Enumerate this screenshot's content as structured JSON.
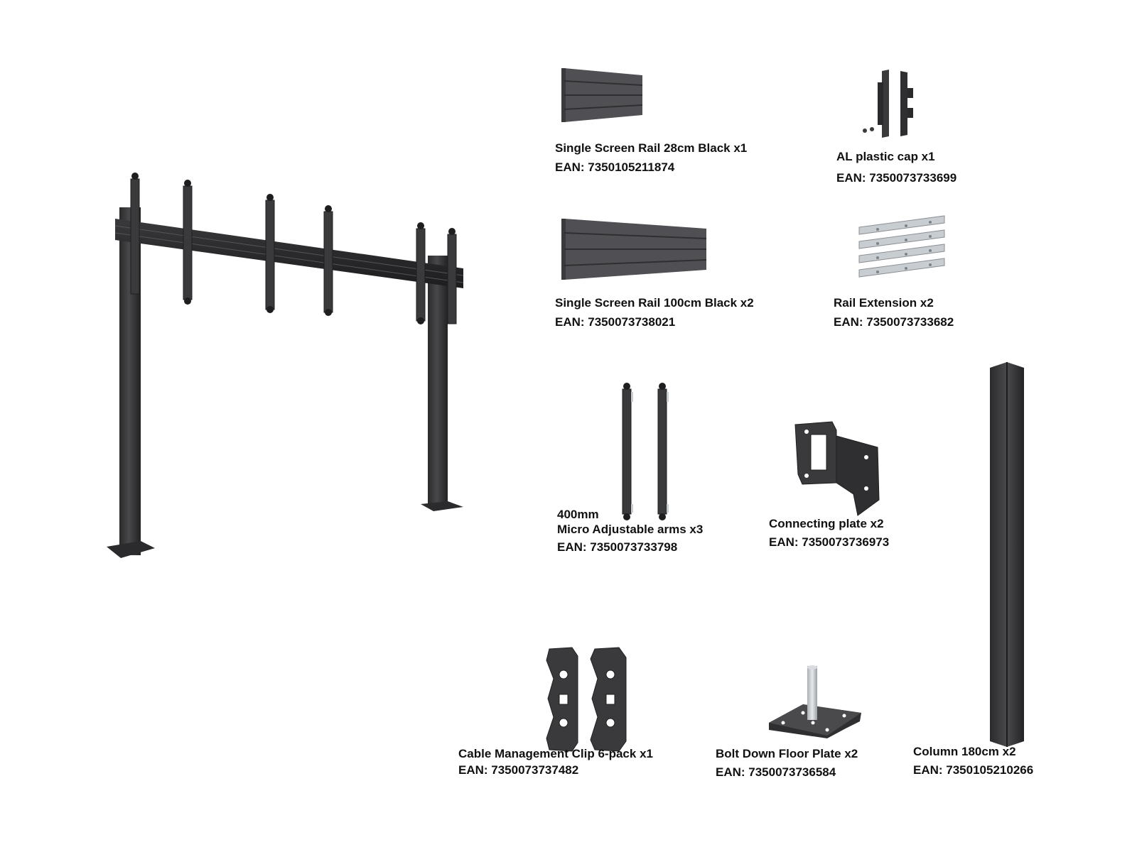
{
  "parts": {
    "rail_28": {
      "name": "Single Screen Rail 28cm Black x1",
      "ean": "EAN: 7350105211874"
    },
    "plastic_cap": {
      "name": "AL plastic cap x1",
      "ean": "EAN: 7350073733699"
    },
    "rail_100": {
      "name": "Single Screen Rail 100cm Black x2",
      "ean": "EAN: 7350073738021"
    },
    "rail_extension": {
      "name": "Rail Extension x2",
      "ean": "EAN: 7350073733682"
    },
    "micro_arms": {
      "size": "400mm",
      "name": "Micro Adjustable arms x3",
      "ean": "EAN: 7350073733798"
    },
    "connecting_plate": {
      "name": "Connecting plate x2",
      "ean": "EAN: 7350073736973"
    },
    "column": {
      "name": "Column 180cm x2",
      "ean": "EAN: 7350105210266"
    },
    "cable_clip": {
      "name": "Cable Management Clip 6-pack x1",
      "ean": "EAN: 7350073737482"
    },
    "floor_plate": {
      "name": "Bolt Down Floor Plate x2",
      "ean": "EAN: 7350073736584"
    }
  },
  "colors": {
    "metal_dark": "#2f2f31",
    "metal_mid": "#4a4a4d",
    "metal_light": "#6a6a6e",
    "aluminium": "#c8cdd2",
    "text": "#111111"
  }
}
